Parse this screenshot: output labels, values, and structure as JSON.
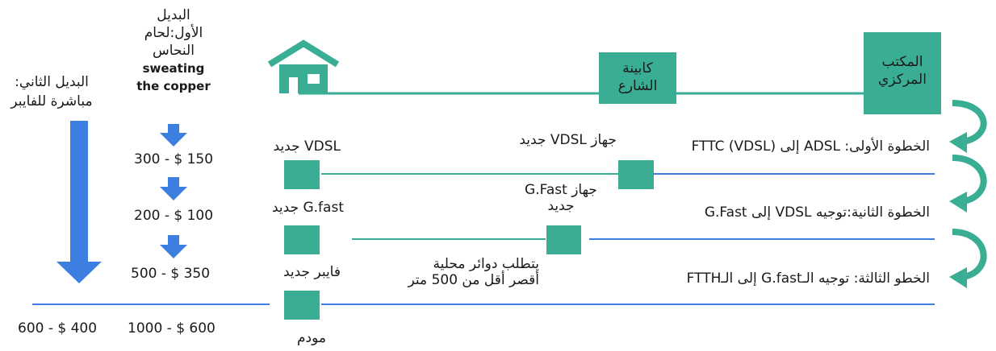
{
  "colors": {
    "teal": "#3aae94",
    "blue": "#3d7fe0",
    "text": "#1a1a1a"
  },
  "central_office": {
    "line1": "المكتب",
    "line2": "المركزي"
  },
  "street_cabinet": {
    "line1": "كابينة",
    "line2": "الشارع"
  },
  "home_icon": "house-icon",
  "steps": [
    {
      "label": "الخطوة الأولى: ADSL إلى (FTTC (VDSL"
    },
    {
      "label": "الخطوة الثانية:توجيه VDSL  إلى  G.Fast"
    },
    {
      "label": "الخطو الثالثة: توجيه الـG.fast إلى الـFTTH"
    }
  ],
  "device_notes": {
    "vdsl_device": "جهاز VDSL جديد",
    "gfast_device_l1": "جهاز G.Fast",
    "gfast_device_l2": "جديد",
    "short_loops_l1": "يتطلب دوائر محلية",
    "short_loops_l2": "أقصر أقل من 500 متر"
  },
  "home_equipment": {
    "new_vdsl": "VDSL جديد",
    "new_gfast": "G.fast  جديد",
    "new_fiber": "فايبر جديد",
    "modem": "مودم"
  },
  "alternative_one": {
    "l1": "البديل",
    "l2": "الأول:لحام",
    "l3": "النحاس",
    "l4": "sweating",
    "l5": "the copper",
    "costs": [
      "300 - $ 150",
      "200 - $ 100",
      "500 - $ 350",
      "1000 - $ 600"
    ]
  },
  "alternative_two": {
    "l1": "البديل الثاني:",
    "l2": "مباشرة للفايبر",
    "cost": "600 - $ 400"
  }
}
